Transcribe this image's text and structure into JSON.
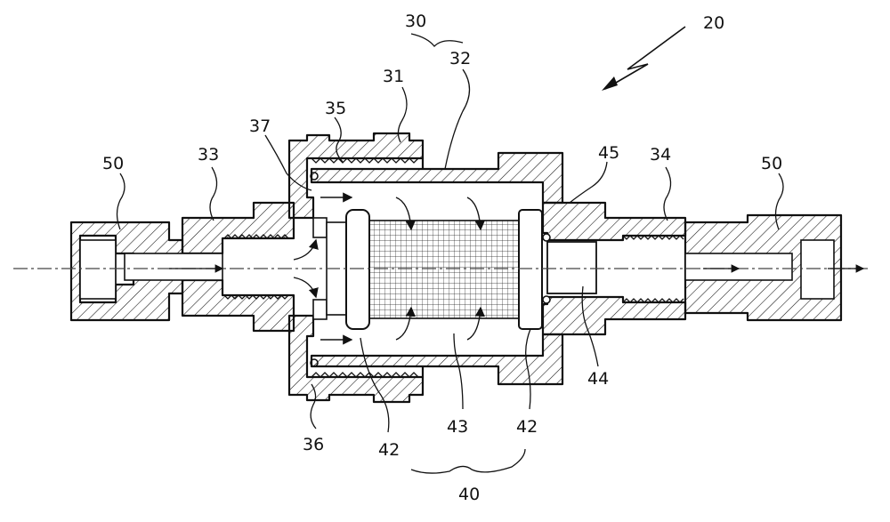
{
  "labels": {
    "assembly": "20",
    "housing": "30",
    "housing_part_a": "31",
    "housing_part_b": "32",
    "inlet_fitting": "33",
    "outlet_fitting": "34",
    "part_35": "35",
    "part_36": "36",
    "part_37": "37",
    "filter_unit": "40",
    "end_cap_left": "42",
    "end_cap_right": "42",
    "filter_element": "43",
    "outlet_tube": "44",
    "o_ring": "45",
    "nut_left": "50",
    "nut_right": "50"
  }
}
